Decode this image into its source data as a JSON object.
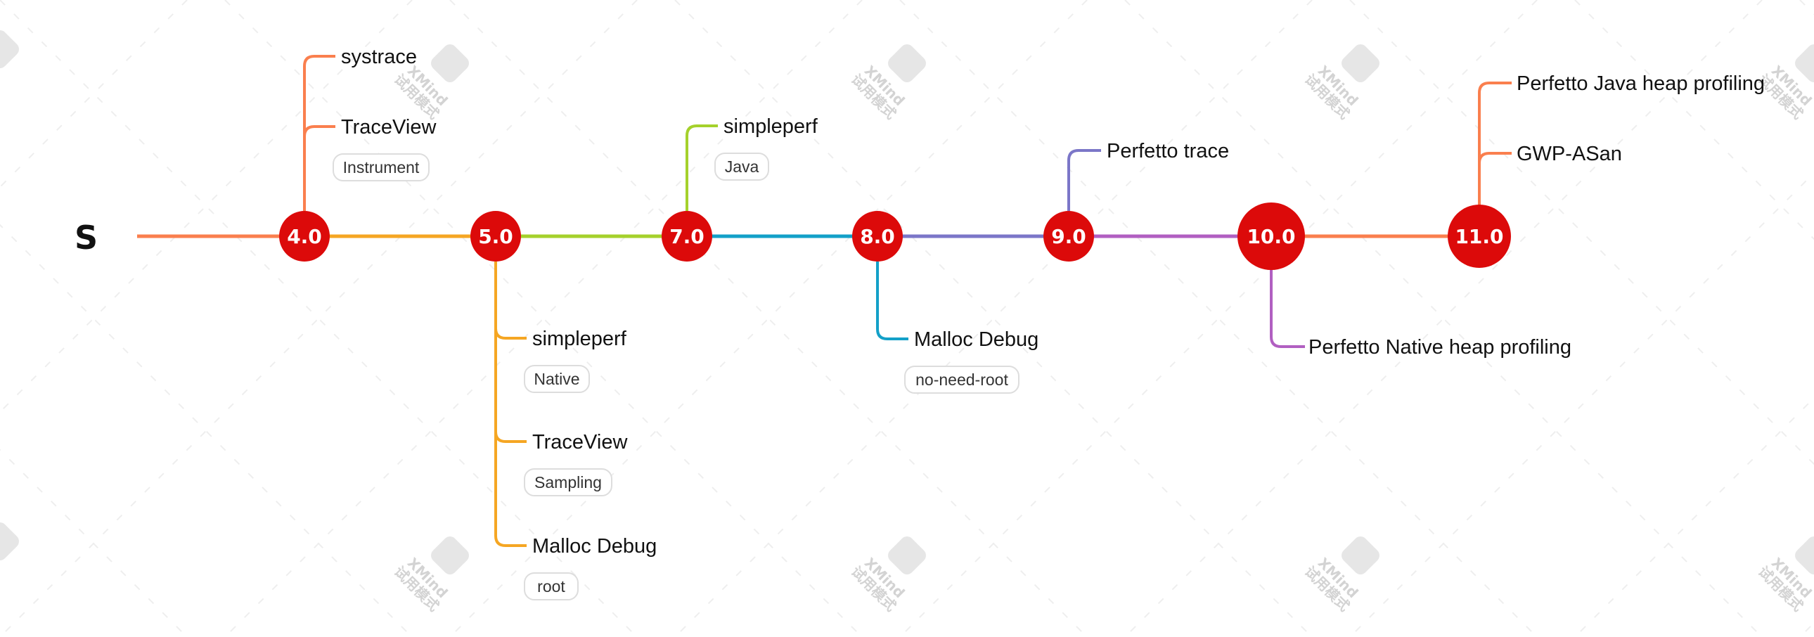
{
  "root": {
    "label": "S"
  },
  "watermark": {
    "text": "XMind",
    "subtext": "试用模式"
  },
  "colors": {
    "node_fill": "#dc0a0a",
    "seg_4_5": "#f5a623",
    "seg_root_4": "#fa7f4e",
    "seg_5_7": "#a5d12c",
    "seg_7_8": "#13a0c8",
    "seg_8_9": "#7b76c8",
    "seg_9_10": "#b15fc1",
    "seg_10_11": "#fa7f4e"
  },
  "versions": [
    {
      "id": "v40",
      "label": "4.0"
    },
    {
      "id": "v50",
      "label": "5.0"
    },
    {
      "id": "v70",
      "label": "7.0"
    },
    {
      "id": "v80",
      "label": "8.0"
    },
    {
      "id": "v90",
      "label": "9.0"
    },
    {
      "id": "v100",
      "label": "10.0"
    },
    {
      "id": "v110",
      "label": "11.0"
    }
  ],
  "branches": {
    "v40": [
      {
        "label": "systrace"
      },
      {
        "label": "TraceView",
        "tag": "Instrument"
      }
    ],
    "v50": [
      {
        "label": "simpleperf",
        "tag": "Native"
      },
      {
        "label": "TraceView",
        "tag": "Sampling"
      },
      {
        "label": "Malloc Debug",
        "tag": "root"
      }
    ],
    "v70": [
      {
        "label": "simpleperf",
        "tag": "Java"
      }
    ],
    "v80": [
      {
        "label": "Malloc Debug",
        "tag": "no-need-root"
      }
    ],
    "v90": [
      {
        "label": "Perfetto trace"
      }
    ],
    "v100": [
      {
        "label": "Perfetto Native heap profiling"
      }
    ],
    "v110": [
      {
        "label": "Perfetto Java heap profiling"
      },
      {
        "label": "GWP-ASan"
      }
    ]
  }
}
